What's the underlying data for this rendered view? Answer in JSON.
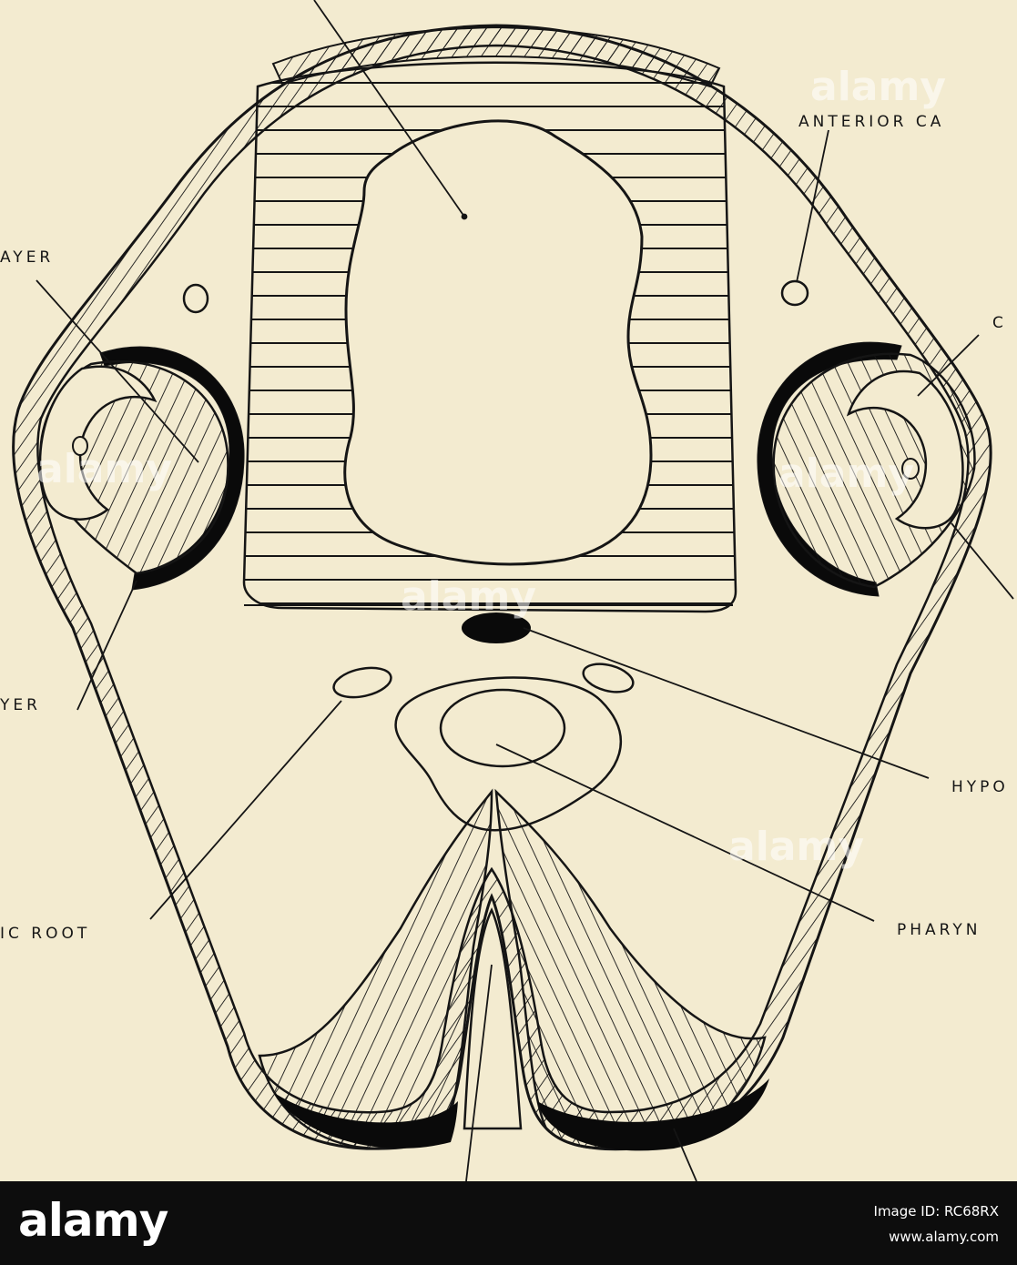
{
  "labels": {
    "anterior": "ANTERIOR CA",
    "ayer_top": "AYER",
    "c_right": "C",
    "yer_bottom": "YER",
    "hypo": "HYPO",
    "ic_root": "IC ROOT",
    "pharyn": "PHARYN"
  },
  "watermark": "alamy",
  "footer": {
    "brand": "alamy",
    "image_id_label": "Image ID: RC68RX",
    "url": "www.alamy.com"
  },
  "colors": {
    "background": "#f3ebd0",
    "ink": "#151515",
    "footer": "#0d0d0d"
  }
}
